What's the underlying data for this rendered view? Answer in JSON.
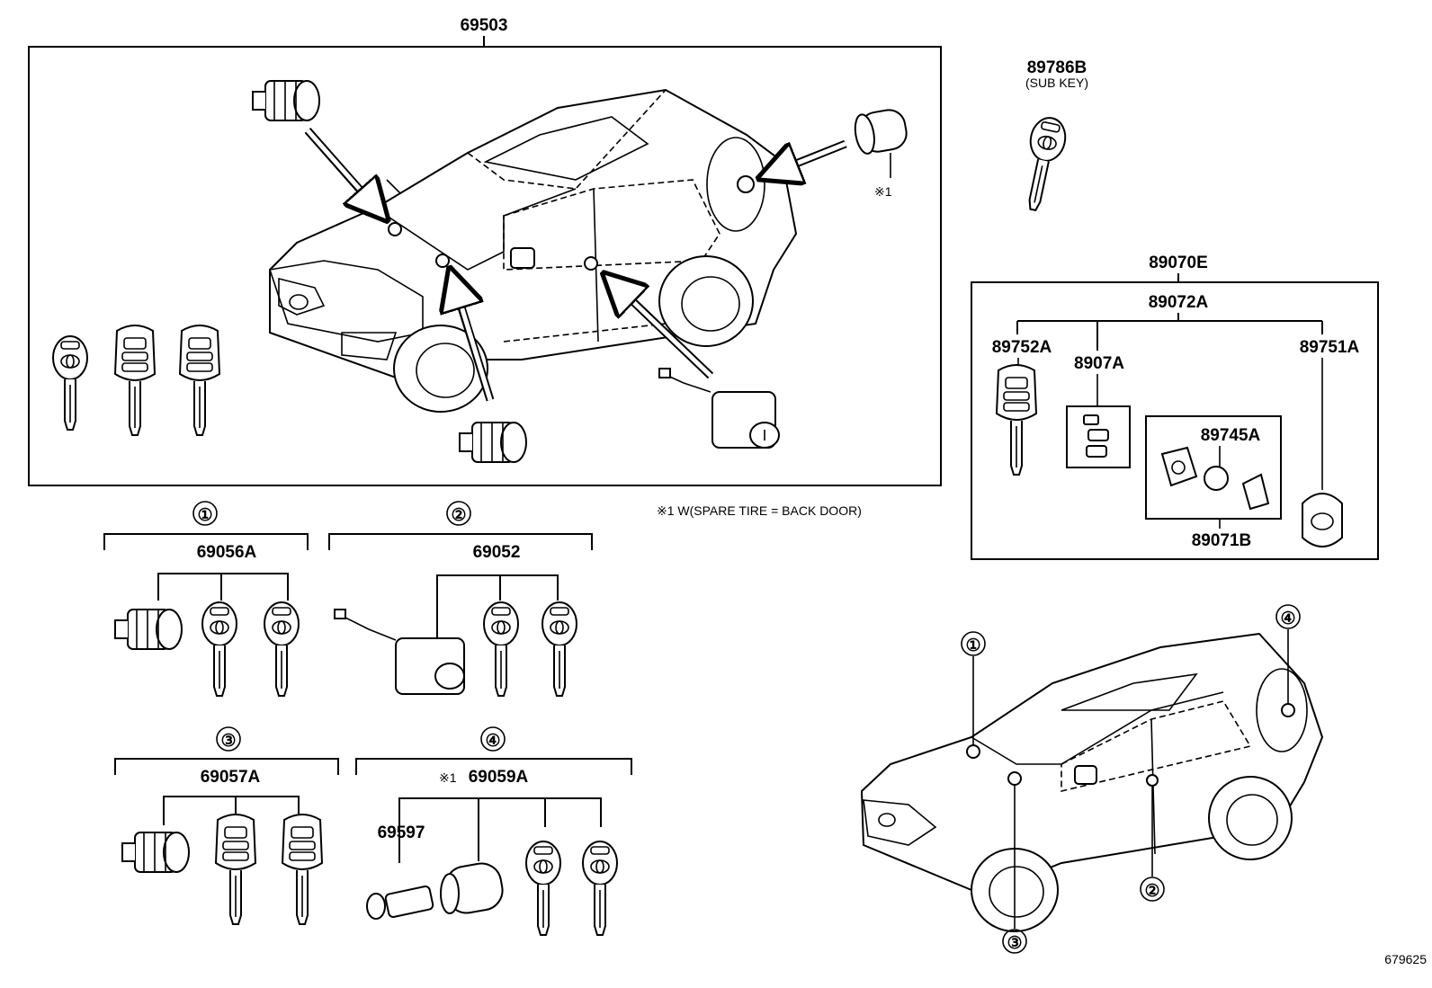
{
  "diagram": {
    "main_assembly_part": "69503",
    "spare_tire_note": "※1 W(SPARE TIRE = BACK DOOR)",
    "spare_tire_marker": "※1",
    "sub_key": {
      "part": "89786B",
      "label": "(SUB KEY)"
    },
    "transmitter_set": {
      "part": "89070E",
      "sub_part": "89072A",
      "items": [
        "89752A",
        "8907A",
        "89751A",
        "89745A",
        "89071B"
      ]
    },
    "kits": [
      {
        "number": "①",
        "part": "69056A"
      },
      {
        "number": "②",
        "part": "69052"
      },
      {
        "number": "③",
        "part": "69057A"
      },
      {
        "number": "④",
        "part": "69059A",
        "prefix": "※1",
        "extra_part": "69597"
      }
    ],
    "vehicle_callouts": [
      "①",
      "②",
      "③",
      "④"
    ],
    "illustration_id": "679625"
  }
}
